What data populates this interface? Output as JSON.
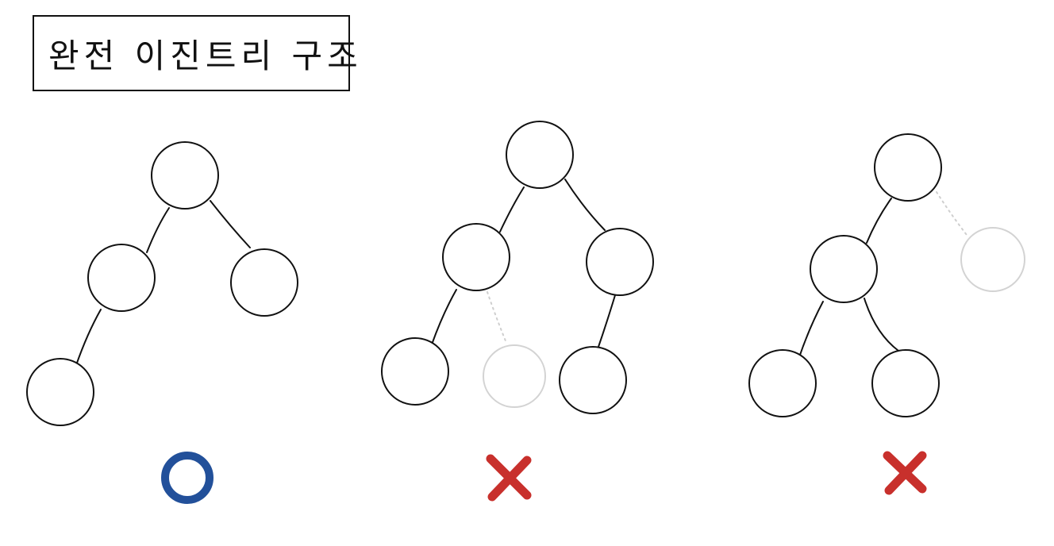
{
  "title": "완전 이진트리 구조",
  "colors": {
    "correct_mark": "#22509a",
    "wrong_mark": "#c8302c",
    "node_stroke": "#111111",
    "missing_node_stroke": "#d3d3d3"
  },
  "trees": [
    {
      "verdict": "correct",
      "verdict_icon": "circle-o-icon",
      "nodes": [
        {
          "id": "root",
          "missing": false
        },
        {
          "id": "left",
          "missing": false
        },
        {
          "id": "right",
          "missing": false
        },
        {
          "id": "left-left",
          "missing": false
        }
      ]
    },
    {
      "verdict": "incorrect",
      "verdict_icon": "cross-x-icon",
      "nodes": [
        {
          "id": "root",
          "missing": false
        },
        {
          "id": "left",
          "missing": false
        },
        {
          "id": "right",
          "missing": false
        },
        {
          "id": "left-left",
          "missing": false
        },
        {
          "id": "left-right",
          "missing": true
        },
        {
          "id": "right-left",
          "missing": false
        }
      ]
    },
    {
      "verdict": "incorrect",
      "verdict_icon": "cross-x-icon",
      "nodes": [
        {
          "id": "root",
          "missing": false
        },
        {
          "id": "left",
          "missing": false
        },
        {
          "id": "right",
          "missing": true
        },
        {
          "id": "left-left",
          "missing": false
        },
        {
          "id": "left-right",
          "missing": false
        }
      ]
    }
  ]
}
